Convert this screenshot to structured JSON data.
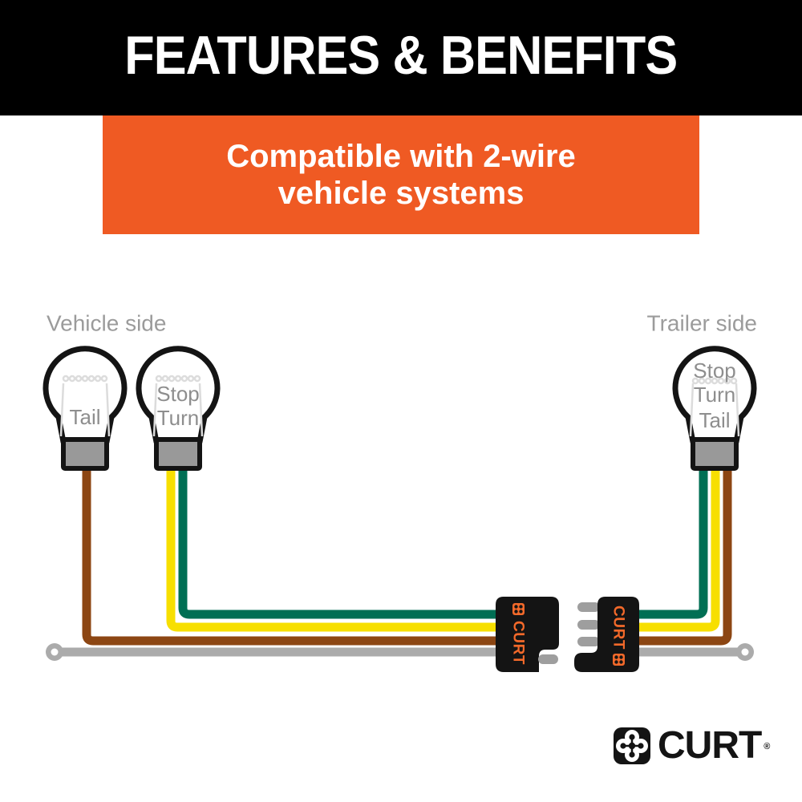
{
  "header": {
    "title": "FEATURES & BENEFITS",
    "bg_color": "#000000",
    "text_color": "#ffffff"
  },
  "banner": {
    "line1": "Compatible with 2-wire",
    "line2": "vehicle systems",
    "bg_color": "#EF5A23",
    "text_color": "#ffffff"
  },
  "diagram": {
    "vehicle_side_label": "Vehicle side",
    "trailer_side_label": "Trailer side",
    "bulbs": [
      {
        "name": "vehicle-tail-bulb",
        "lines": [
          "Tail"
        ]
      },
      {
        "name": "vehicle-stop-turn-bulb",
        "lines": [
          "Stop",
          "Turn"
        ]
      },
      {
        "name": "trailer-combined-bulb",
        "lines": [
          "Stop",
          "Turn",
          "Tail"
        ]
      }
    ],
    "wires": {
      "green": "#006F54",
      "yellow": "#F7DF00",
      "brown": "#8C4613",
      "ground": "#ABABAB"
    },
    "connector_brand": "CURT",
    "connector_body_color": "#141414",
    "connector_logo_color": "#F2692A"
  },
  "footer": {
    "brand": "CURT",
    "registered_mark": "®",
    "color": "#141414"
  }
}
